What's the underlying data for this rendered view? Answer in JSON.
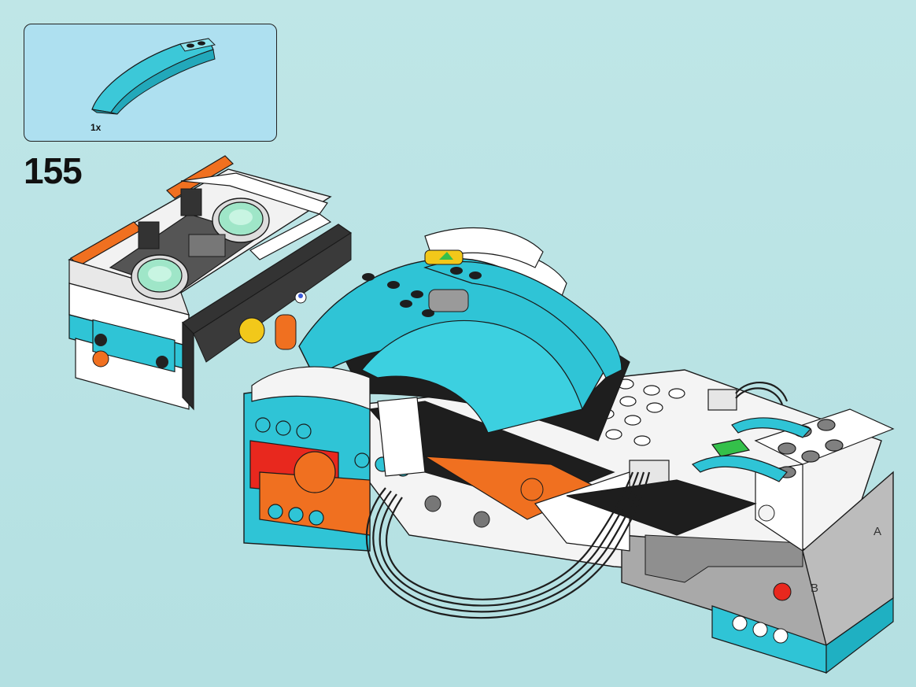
{
  "step": {
    "number": "155"
  },
  "parts": [
    {
      "name": "curved-slope-brick",
      "color": "#3cc8d8",
      "quantity": "1x"
    }
  ],
  "model": {
    "hub_ports": {
      "a": "A",
      "b": "B"
    },
    "colors": {
      "azure": "#2fc4d6",
      "white": "#f4f4f4",
      "black": "#1e1e1e",
      "dark_gray": "#4a4a4a",
      "light_gray": "#a9a9a9",
      "orange": "#f07020",
      "red": "#e8281e",
      "green": "#34c04a",
      "yellow": "#f2c81a",
      "transparent_green": "#9fe6c8"
    }
  }
}
